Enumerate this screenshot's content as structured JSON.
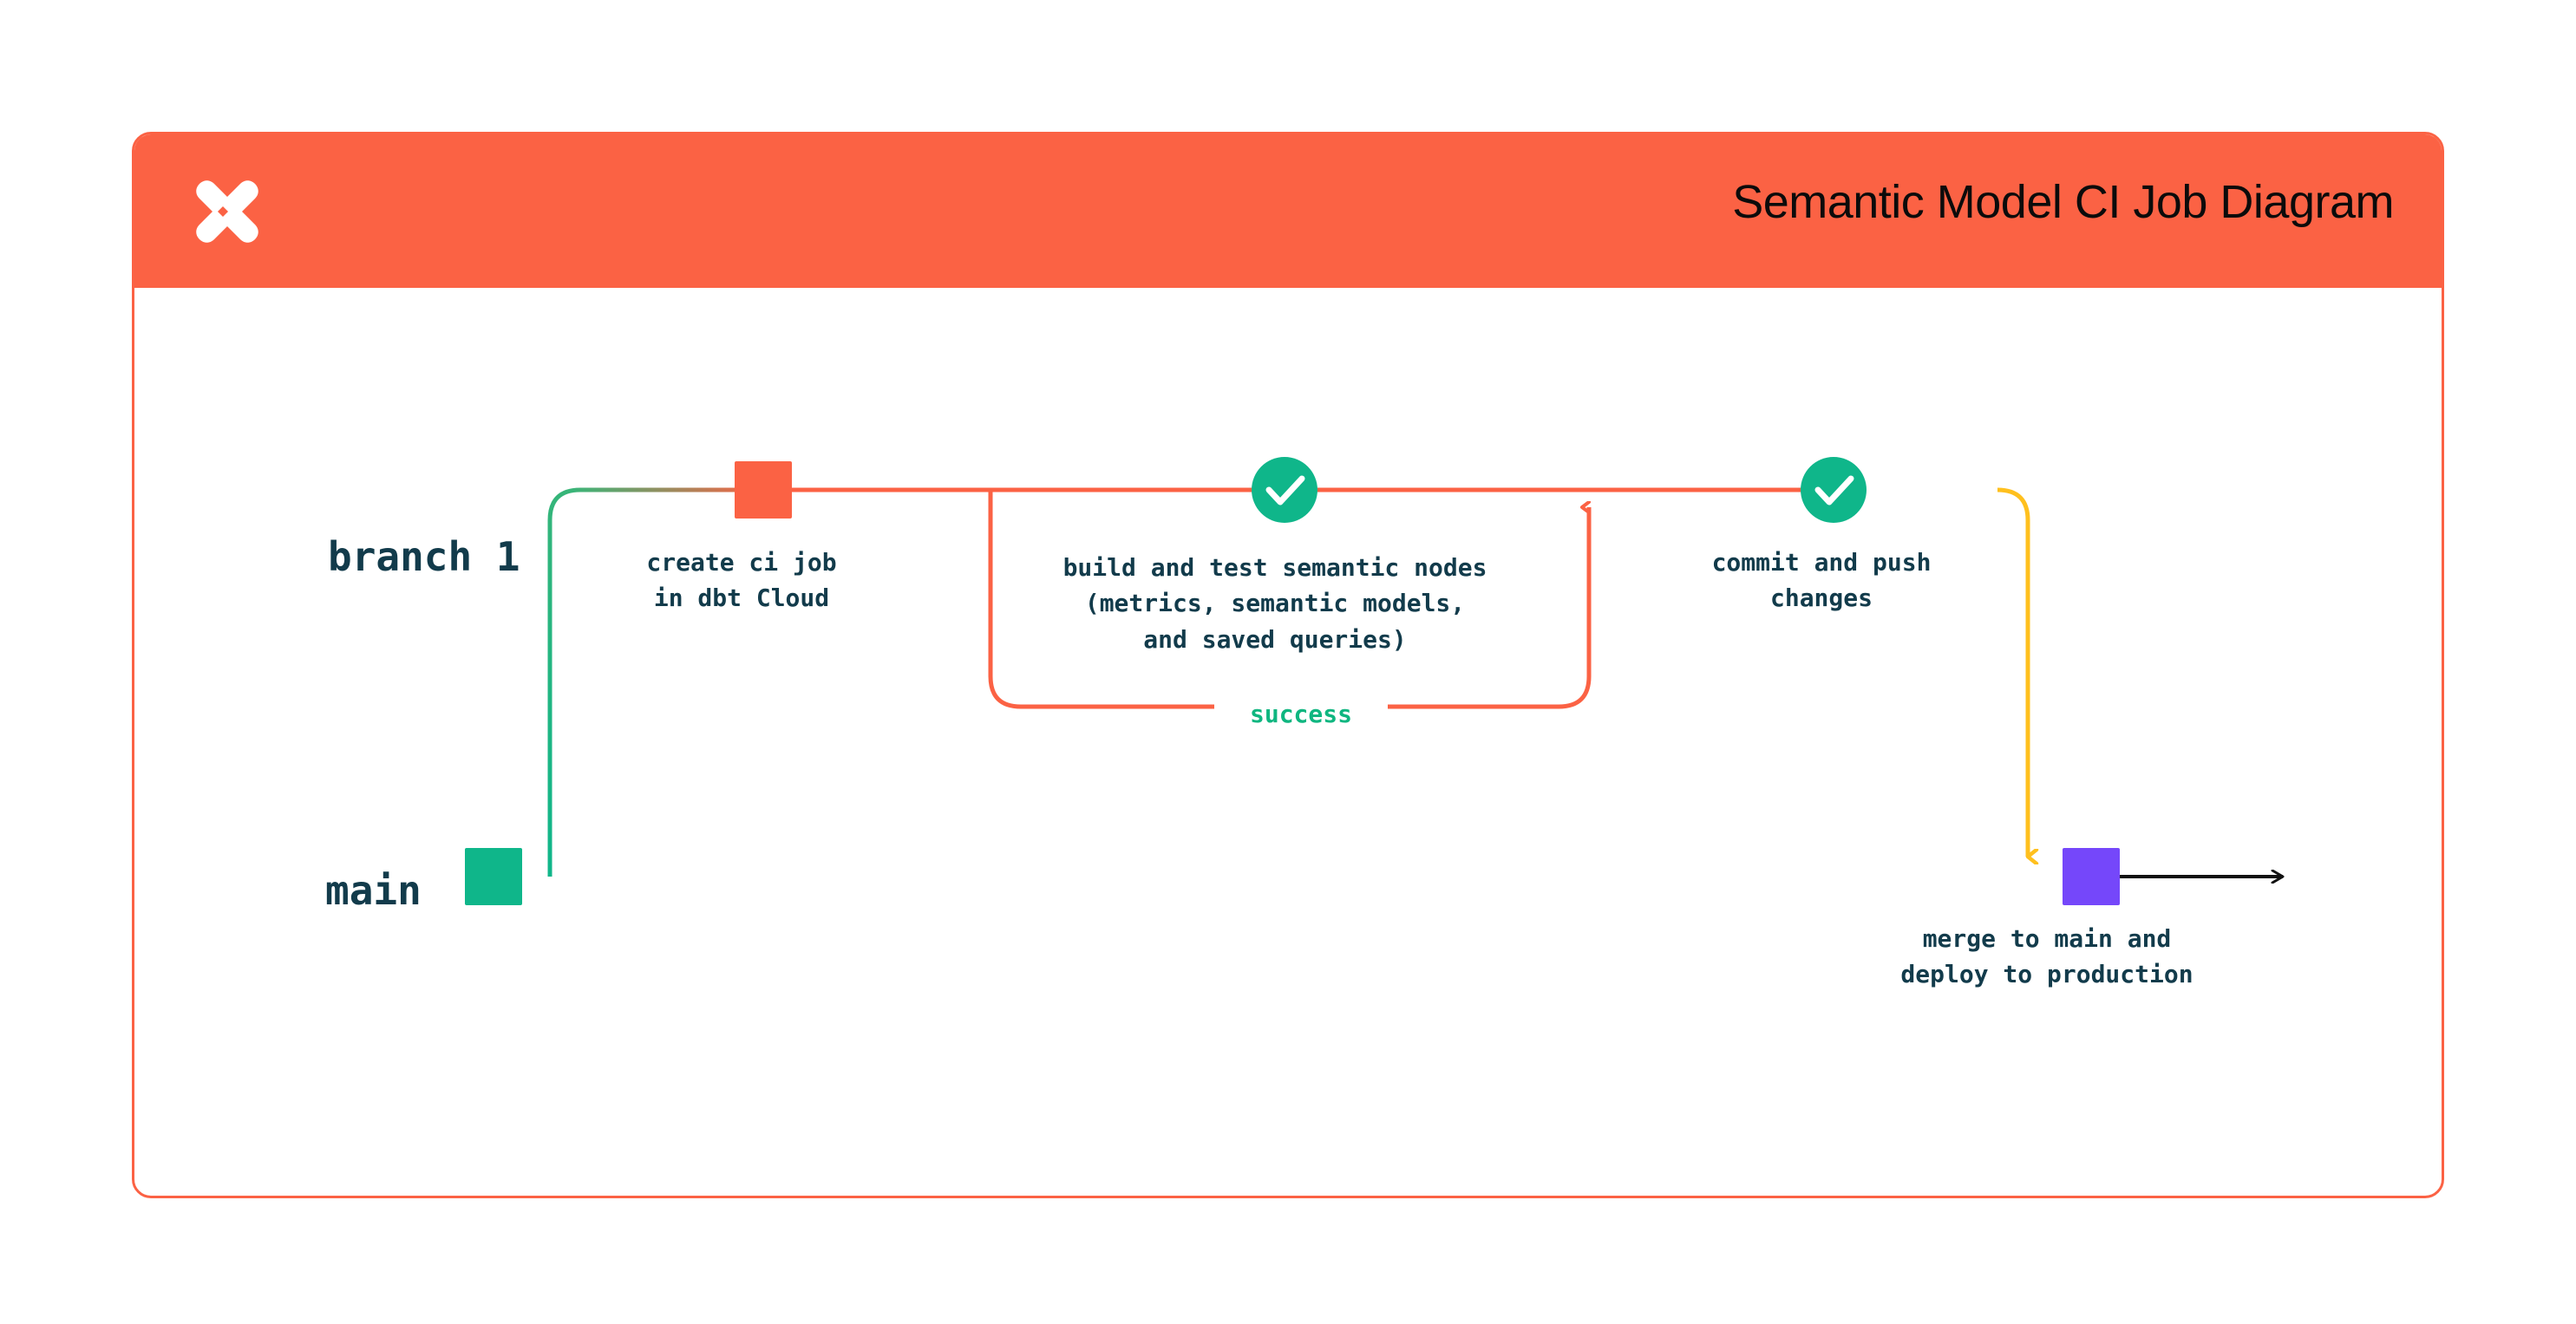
{
  "header": {
    "title": "Semantic Model CI Job Diagram",
    "logo_icon": "dbt-logo-icon",
    "background_color": "#FB6244",
    "title_color": "#0b0b0b"
  },
  "card": {
    "border_color": "#FB6244",
    "background_color": "#FFFFFF"
  },
  "diagram": {
    "type": "git-branch-flow",
    "lanes": [
      {
        "id": "branch1",
        "label": "branch 1",
        "label_color": "#123B4B"
      },
      {
        "id": "main",
        "label": "main",
        "label_color": "#123B4B"
      }
    ],
    "nodes": [
      {
        "id": "main-start",
        "lane": "main",
        "shape": "square",
        "color": "#0FB68A",
        "label": ""
      },
      {
        "id": "create-ci-job",
        "lane": "branch1",
        "shape": "square",
        "color": "#FB6244",
        "label": "create ci job\nin dbt Cloud"
      },
      {
        "id": "build-test",
        "lane": "branch1",
        "shape": "check-circle",
        "color": "#0FB68A",
        "icon": "check-icon",
        "label": "build and test semantic nodes\n(metrics, semantic models,\nand saved queries)"
      },
      {
        "id": "commit-push",
        "lane": "branch1",
        "shape": "check-circle",
        "color": "#0FB68A",
        "icon": "check-icon",
        "label": "commit and push\nchanges"
      },
      {
        "id": "merge-deploy",
        "lane": "main",
        "shape": "square",
        "color": "#7547FA",
        "label": "merge to main and\ndeploy to production"
      }
    ],
    "edges": [
      {
        "id": "branch-off",
        "from": "main-start",
        "to": "create-ci-job",
        "colors": [
          "#0FB68A",
          "#FB6244"
        ],
        "style": "gradient-curve"
      },
      {
        "id": "success-loop",
        "from": "build-test",
        "to": "build-test",
        "label": "success",
        "label_color": "#0FB680",
        "color": "#FB6244",
        "style": "loop-with-arrow"
      },
      {
        "id": "merge-back",
        "from": "commit-push",
        "to": "merge-deploy",
        "color": "#FFC01E",
        "style": "curve-down-arrow"
      },
      {
        "id": "main-continues",
        "from": "merge-deploy",
        "to": "end",
        "color": "#0b0b0b",
        "style": "arrow"
      }
    ],
    "colors": {
      "orange": "#FB6244",
      "teal": "#0FB68A",
      "yellow": "#FFC01E",
      "purple": "#7547FA",
      "dark_text": "#123B4B",
      "success_green": "#0FB680",
      "black": "#0b0b0b"
    }
  }
}
